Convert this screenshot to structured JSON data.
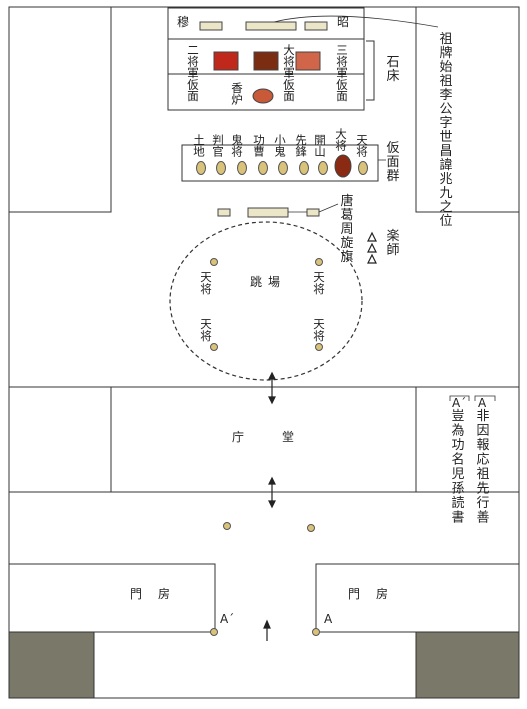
{
  "altar": {
    "left_label": "穆",
    "right_label": "昭",
    "platform_label": "石床",
    "left_mask_label": "二将軍仮面",
    "center_mask_label": "大将軍仮面",
    "right_mask_label": "三将軍仮面",
    "censer_label": "香炉",
    "tablet_label": "祖牌始祖李公字世昌諱兆九之位"
  },
  "mask_row": {
    "labels": [
      "土地",
      "判官",
      "鬼将",
      "功曹",
      "小鬼",
      "先鋒",
      "開山",
      "大将",
      "天将"
    ],
    "group_label": "仮面群"
  },
  "flag_label": "唐葛周旋旗",
  "musicians_label": "楽師",
  "arena": {
    "label": "跳場",
    "corner_labels": [
      "天将",
      "天将",
      "天将",
      "天将"
    ]
  },
  "hall_label": "庁堂",
  "couplet": {
    "right_marker": "A",
    "right_text": "非因報応祖先行善",
    "left_marker": "A´",
    "left_text": "豈為功名児孫読書"
  },
  "gate": {
    "left_house": "門房",
    "right_house": "門房",
    "left_marker": "A´",
    "right_marker": "A"
  },
  "colors": {
    "mask_red": "#c0281c",
    "mask_dark": "#7b2d12",
    "mask_orange": "#d0654a",
    "censer": "#c85a3a",
    "big_mask": "#8a2a12",
    "small_mask": "#d9c27a",
    "paper": "#ece6c8",
    "dark_block": "#7a7868"
  }
}
